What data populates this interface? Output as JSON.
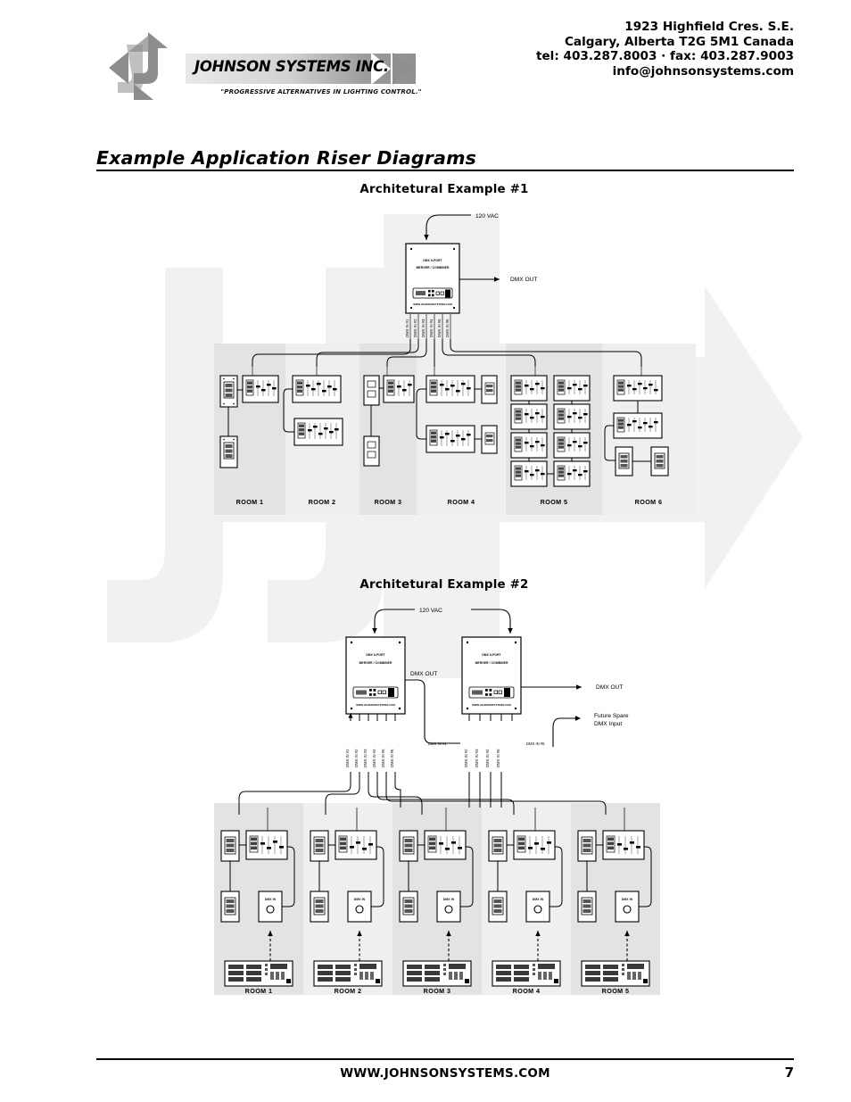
{
  "header": {
    "logo_name": "JOHNSON SYSTEMS INC.",
    "logo_tagline": "\"PROGRESSIVE ALTERNATIVES IN LIGHTING CONTROL.\"",
    "address_line1": "1923 Highfield Cres. S.E.",
    "address_line2": "Calgary, Alberta  T2G 5M1 Canada",
    "address_line3": "tel: 403.287.8003 · fax: 403.287.9003",
    "address_line4": "info@johnsonsystems.com"
  },
  "page_title": "Example Application Riser Diagrams",
  "sections": [
    {
      "id": "example1",
      "title": "Architetural Example #1"
    },
    {
      "id": "example2",
      "title": "Architetural Example #2"
    }
  ],
  "labels": {
    "power": "120 VAC",
    "dmx_out": "DMX OUT",
    "future_spare_line1": "Future Spare",
    "future_spare_line2": "DMX Input",
    "dmx_in_plate": "DMX IN",
    "device_line1": "DMX 6-PORT",
    "device_line2": "MERGER / COMBINER",
    "device_web": "WWW.JOHNSONSYSTEMS.COM",
    "dmx_in_ports": [
      "DMX IN #1",
      "DMX IN #2",
      "DMX IN #3",
      "DMX IN #4",
      "DMX IN #5",
      "DMX IN #6"
    ]
  },
  "example1": {
    "merger_count": 1,
    "rooms": [
      "ROOM 1",
      "ROOM 2",
      "ROOM 3",
      "ROOM 4",
      "ROOM 5",
      "ROOM 6"
    ]
  },
  "example2": {
    "merger_count": 2,
    "rooms": [
      "ROOM 1",
      "ROOM 2",
      "ROOM 3",
      "ROOM 4",
      "ROOM 5"
    ]
  },
  "footer": {
    "url": "WWW.JOHNSONSYSTEMS.COM",
    "page_number": "7"
  },
  "colors": {
    "ink": "#000000",
    "room_shade_a": "#e3e3e3",
    "room_shade_b": "#efefef",
    "watermark": "#f1f1f1",
    "logo_gray": "#9c9c9c"
  }
}
